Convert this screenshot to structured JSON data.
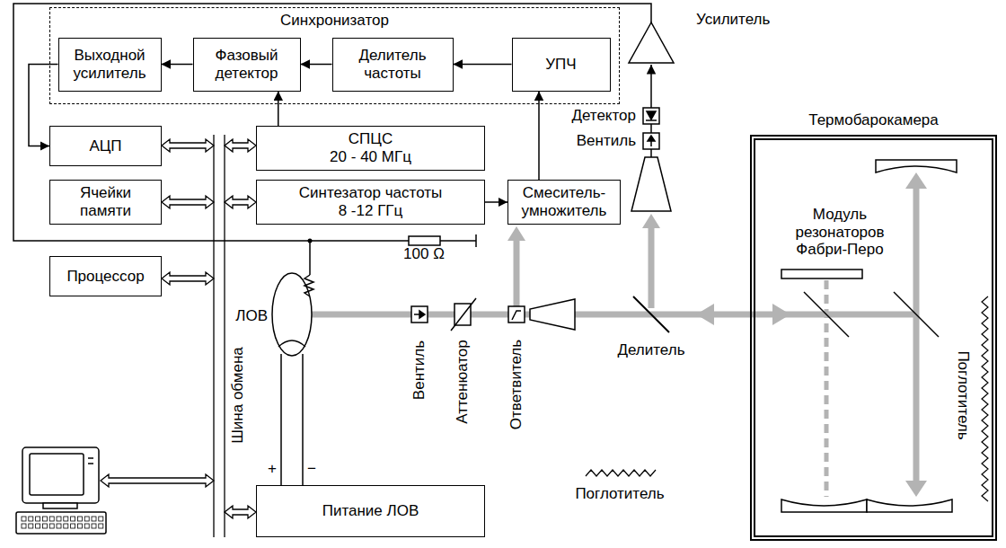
{
  "diagram": {
    "nodes": [
      {
        "text": [
          "Синхронизатор"
        ]
      },
      {
        "text": [
          "Выходной усилитель"
        ],
        "in": 0
      },
      {
        "text": [
          "Фазовый детектор"
        ],
        "in": 0
      },
      {
        "text": [
          "Делитель частоты"
        ],
        "in": 0
      },
      {
        "text": [
          "УПЧ"
        ],
        "in": 0
      },
      {
        "text": [
          "АЦП"
        ]
      },
      {
        "text": [
          "СПЦС",
          "20 - 40 МГц"
        ]
      },
      {
        "text": [
          "Ячейки памяти"
        ]
      },
      {
        "text": [
          "Синтезатор частоты",
          "8 -12 ГГц"
        ]
      },
      {
        "text": [
          "Смеситель-умножитель"
        ]
      },
      {
        "text": [
          "Процессор"
        ]
      },
      {
        "text": [
          "Питание ЛОВ"
        ]
      },
      {
        "text": [
          "Термобарокамера"
        ]
      }
    ],
    "edges": [
      {
        "from": 4,
        "to": 3,
        "arrow": "to"
      },
      {
        "from": 3,
        "to": 2,
        "arrow": "to"
      },
      {
        "from": 2,
        "to": 1,
        "arrow": "to"
      },
      {
        "from": 1,
        "to": 5,
        "arrow": "to"
      },
      {
        "from": 6,
        "to": 2,
        "arrow": "to"
      },
      {
        "from": 8,
        "to": 9,
        "arrow": "to"
      },
      {
        "from": 9,
        "to": 4,
        "arrow": "to"
      }
    ],
    "labels": [
      "Усилитель",
      "Детектор",
      "Вентиль",
      "Модуль резонаторов Фабри-Перо",
      "Поглотитель",
      "100 Ω",
      "ЛОВ",
      "+",
      "−",
      "Шина обмена",
      "Вентиль",
      "Аттенюатор",
      "Ответвитель",
      "Делитель",
      "Поглотитель"
    ]
  }
}
